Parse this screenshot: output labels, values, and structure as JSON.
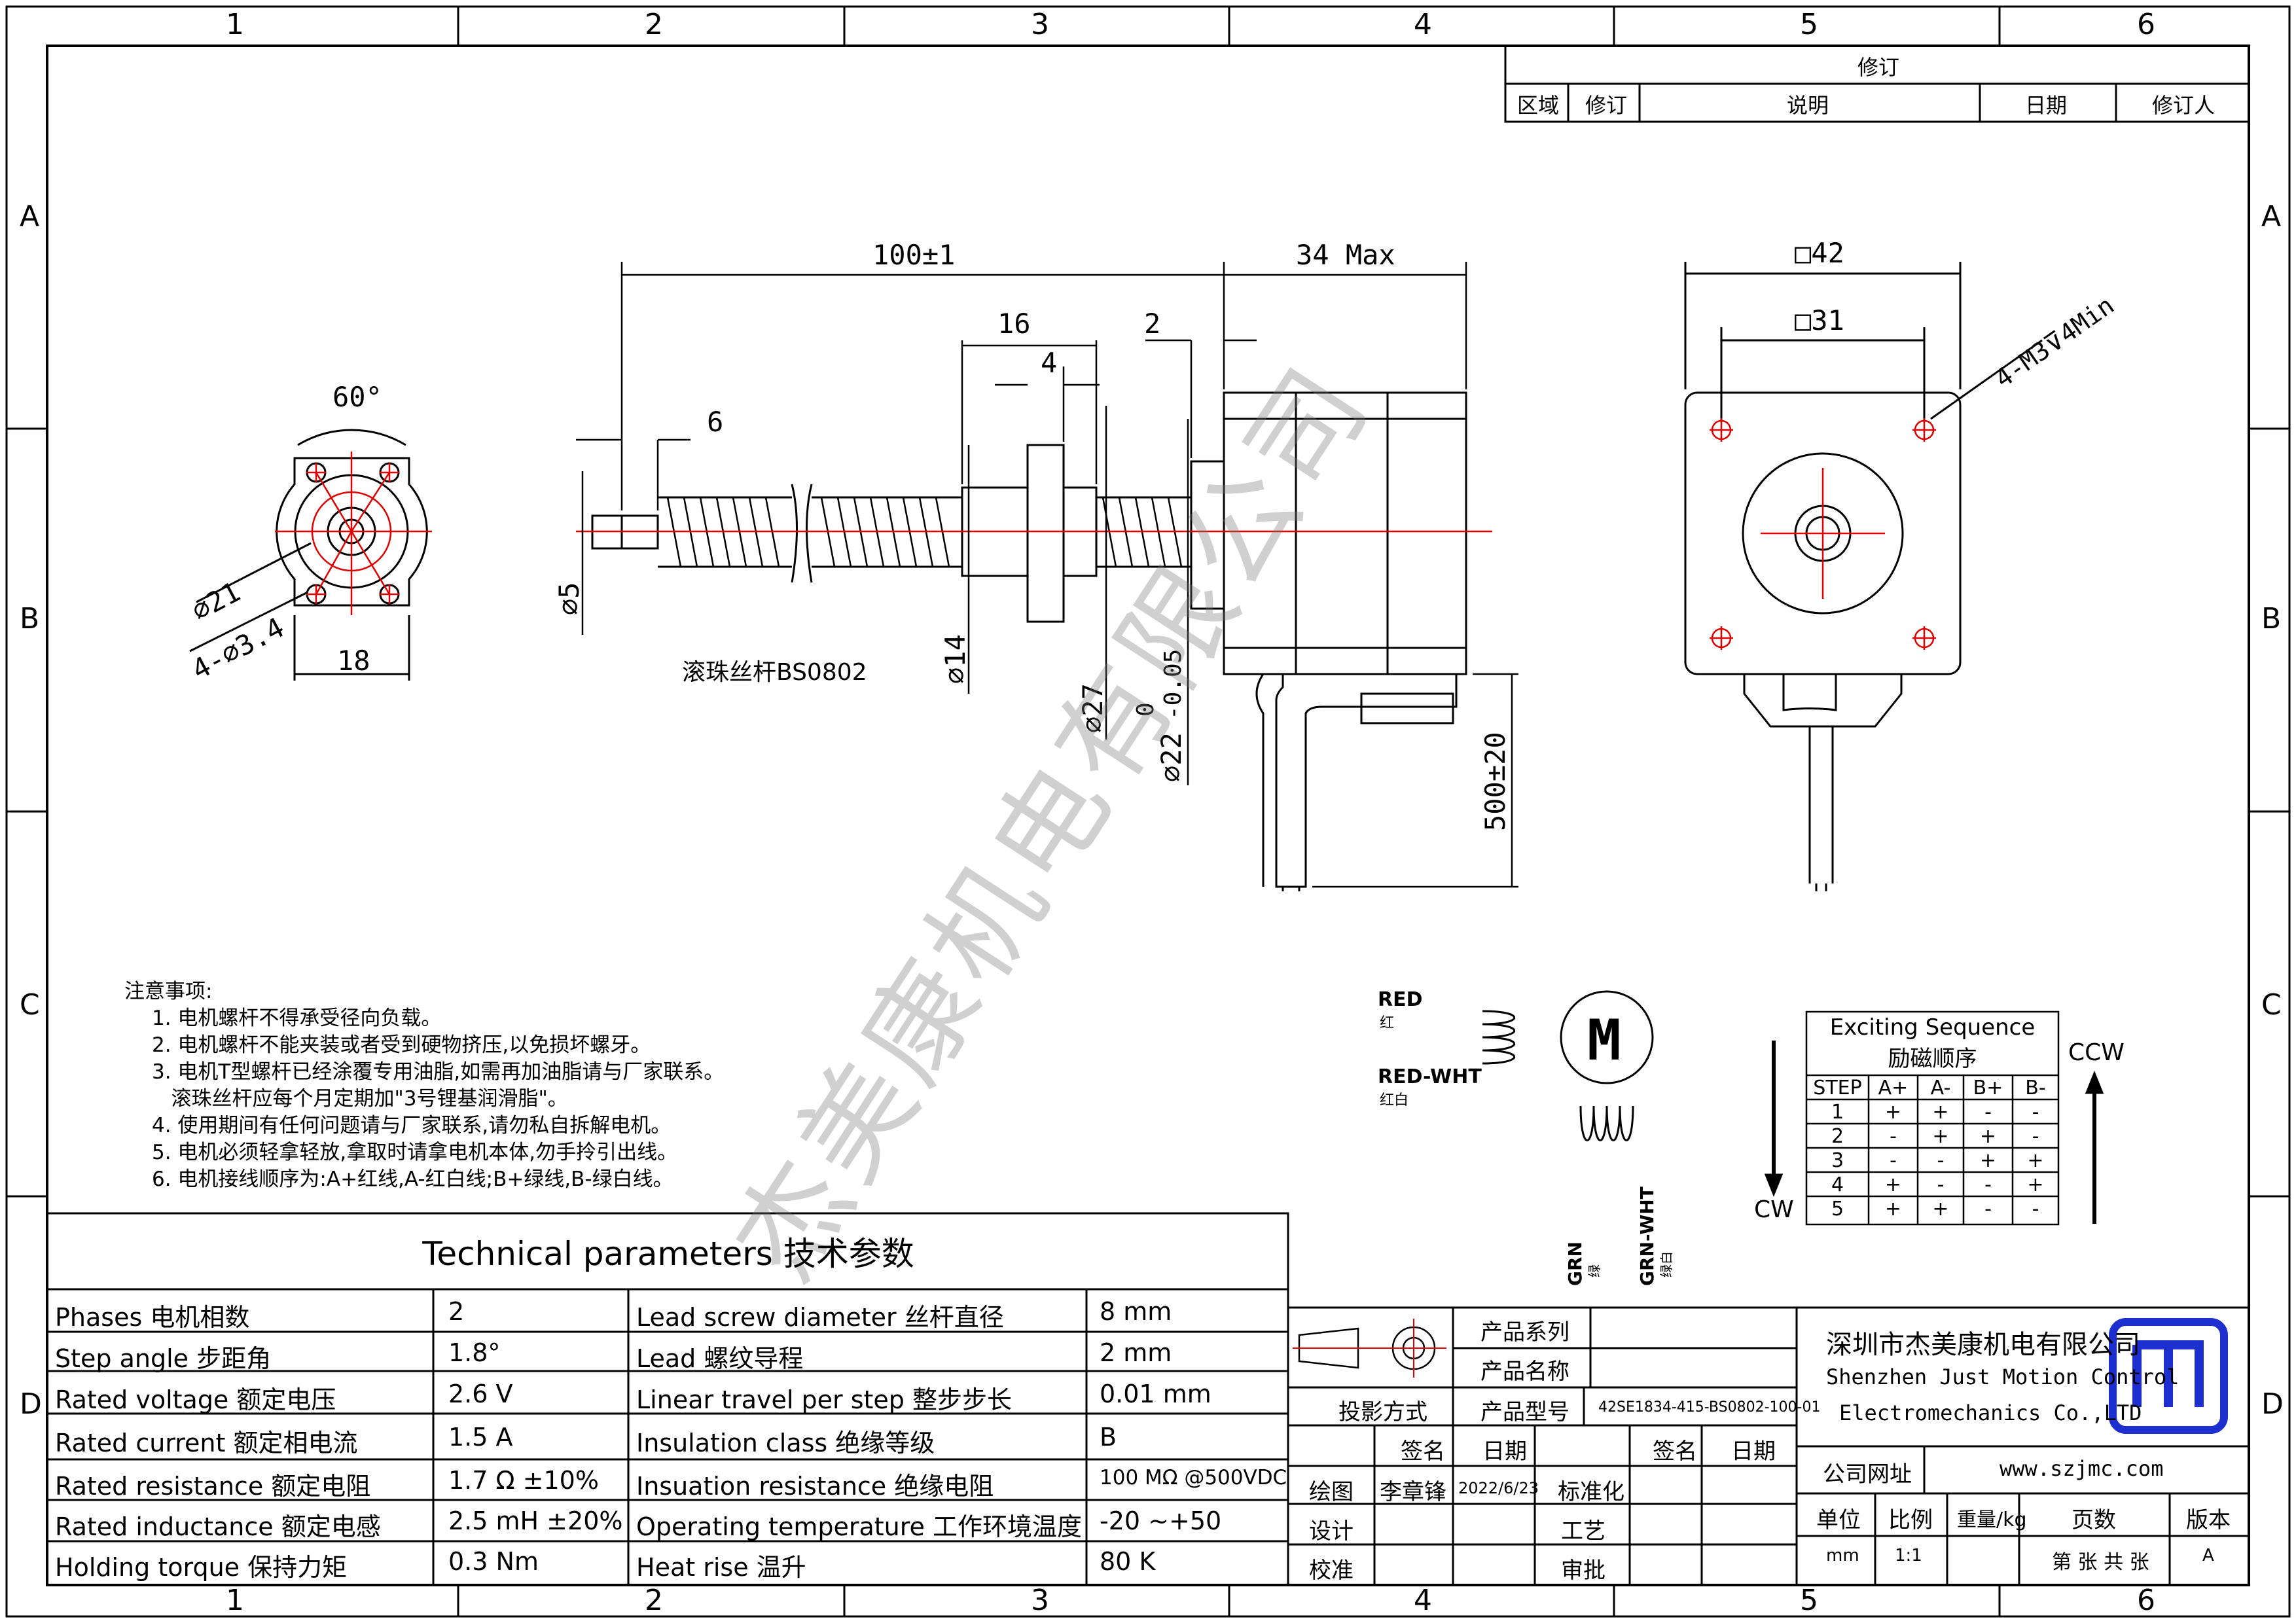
{
  "grid": {
    "columns": [
      "1",
      "2",
      "3",
      "4",
      "5",
      "6"
    ],
    "rows": [
      "A",
      "B",
      "C",
      "D"
    ]
  },
  "revision_block": {
    "title": "修订",
    "headers": [
      "区域",
      "修订",
      "说明",
      "日期",
      "修订人"
    ]
  },
  "dimensions": {
    "total_length": "100±1",
    "motor_length": "34 Max",
    "nut_length": "16",
    "flange_thickness": "4",
    "boss_height": "2",
    "screw_end": "6",
    "shaft_dia": "⌀5",
    "nut_dia": "⌀14",
    "flange_dia": "⌀27",
    "boss_dia": "⌀22",
    "boss_tol_upper": "0",
    "boss_tol_lower": "-0.05",
    "lead_length": "500±20",
    "angle": "60°",
    "flange_outer": "⌀21",
    "flange_holes": "4-⌀3.4",
    "flange_width": "18",
    "face_size": "□42",
    "hole_pitch": "□31",
    "mount_holes": "4-M3⊽4Min"
  },
  "screw_label": "滚珠丝杆BS0802",
  "watermark": "杰美康机电有限公司",
  "notes": {
    "title": "注意事项:",
    "items": [
      "1. 电机螺杆不得承受径向负载。",
      "2. 电机螺杆不能夹装或者受到硬物挤压,以免损坏螺牙。",
      "3. 电机T型螺杆已经涂覆专用油脂,如需再加油脂请与厂家联系。",
      "   滚珠丝杆应每个月定期加\"3号锂基润滑脂\"。",
      "4. 使用期间有任何问题请与厂家联系,请勿私自拆解电机。",
      "5. 电机必须轻拿轻放,拿取时请拿电机本体,勿手拎引出线。",
      "6. 电机接线顺序为:A+红线,A-红白线;B+绿线,B-绿白线。"
    ]
  },
  "wiring": {
    "red": "RED",
    "red_cn": "红",
    "red_wht": "RED-WHT",
    "red_wht_cn": "红白",
    "grn": "GRN",
    "grn_cn": "绿",
    "grn_wht": "GRN-WHT",
    "grn_wht_cn": "绿白",
    "motor_symbol": "M"
  },
  "sequence": {
    "title": "Exciting Sequence",
    "title_cn": "励磁顺序",
    "ccw": "CCW",
    "cw": "CW",
    "headers": [
      "STEP",
      "A+",
      "A-",
      "B+",
      "B-"
    ],
    "rows": [
      [
        "1",
        "+",
        "+",
        "-",
        "-"
      ],
      [
        "2",
        "-",
        "+",
        "+",
        "-"
      ],
      [
        "3",
        "-",
        "-",
        "+",
        "+"
      ],
      [
        "4",
        "+",
        "-",
        "-",
        "+"
      ],
      [
        "5",
        "+",
        "+",
        "-",
        "-"
      ]
    ]
  },
  "tech_params": {
    "title": "Technical parameters 技术参数",
    "rows": [
      [
        "Phases 电机相数",
        "2",
        "Lead screw diameter 丝杆直径",
        "8 mm"
      ],
      [
        "Step angle 步距角",
        "1.8°",
        "Lead 螺纹导程",
        "2 mm"
      ],
      [
        "Rated voltage 额定电压",
        "2.6 V",
        "Linear travel per step 整步步长",
        "0.01 mm"
      ],
      [
        "Rated current 额定相电流",
        "1.5 A",
        "Insulation class 绝缘等级",
        "B"
      ],
      [
        "Rated resistance 额定电阻",
        "1.7 Ω  ±10%",
        "Insuation resistance 绝缘电阻",
        "100 MΩ @500VDC"
      ],
      [
        "Rated inductance 额定电感",
        "2.5 mH ±20%",
        "Operating temperature 工作环境温度",
        "-20    ~+50"
      ],
      [
        "Holding torque 保持力矩",
        "0.3 Nm",
        "Heat rise 温升",
        "80 K"
      ]
    ]
  },
  "title_block": {
    "product_series": "产品系列",
    "product_name": "产品名称",
    "projection": "投影方式",
    "product_model": "产品型号",
    "model_value": "42SE1834-415-BS0802-100-01",
    "sign": "签名",
    "date": "日期",
    "sign2": "签名",
    "date2": "日期",
    "draw": "绘图",
    "drawer": "李章锋",
    "draw_date": "2022/6/23",
    "standard": "标准化",
    "design": "设计",
    "process": "工艺",
    "check": "校准",
    "approve": "审批",
    "company_cn": "深圳市杰美康机电有限公司",
    "company_en1": "Shenzhen Just Motion Control",
    "company_en2": "Electromechanics Co.,LTD",
    "website_label": "公司网址",
    "website": "www.szjmc.com",
    "unit": "单位",
    "scale": "比例",
    "weight": "重量/kg",
    "pages": "页数",
    "version": "版本",
    "unit_val": "mm",
    "scale_val": "1:1",
    "pages_val": "第 张 共 张",
    "version_val": "A"
  }
}
